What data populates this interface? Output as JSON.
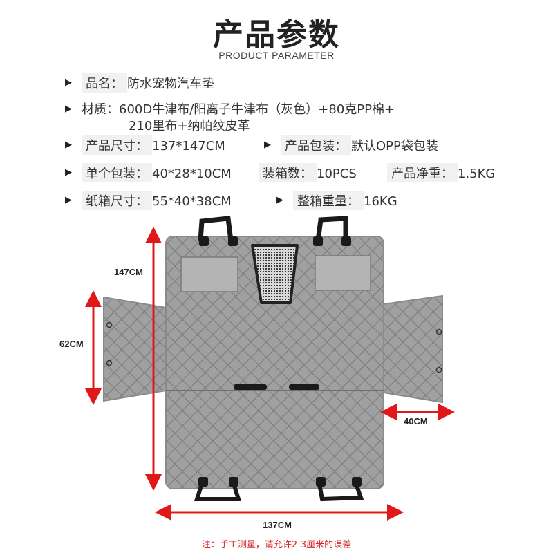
{
  "header": {
    "title": "产品参数",
    "subtitle": "PRODUCT PARAMETER"
  },
  "specs": {
    "name_label": "品名：",
    "name_value": "防水宠物汽车垫",
    "material_label": "材质：",
    "material_value_line1": "600D牛津布/阳离子牛津布（灰色）+80克PP棉+",
    "material_value_line2": "210里布+纳帕纹皮革",
    "size_label": "产品尺寸：",
    "size_value": "137*147CM",
    "package_label": "产品包装：",
    "package_value": "默认OPP袋包装",
    "single_pack_label": "单个包装：",
    "single_pack_value": "40*28*10CM",
    "qty_label": "装箱数：",
    "qty_value": "10PCS",
    "net_weight_label": "产品净重：",
    "net_weight_value": "1.5KG",
    "carton_size_label": "纸箱尺寸：",
    "carton_size_value": "55*40*38CM",
    "carton_weight_label": "整箱重量：",
    "carton_weight_value": "16KG"
  },
  "dimensions": {
    "height": "147CM",
    "side_height": "62CM",
    "side_width": "40CM",
    "width": "137CM"
  },
  "colors": {
    "arrow": "#e01818",
    "mat": "#9c9c9c",
    "strap": "#1a1a1a"
  },
  "note": "注：手工测量，请允许2-3厘米的误差"
}
